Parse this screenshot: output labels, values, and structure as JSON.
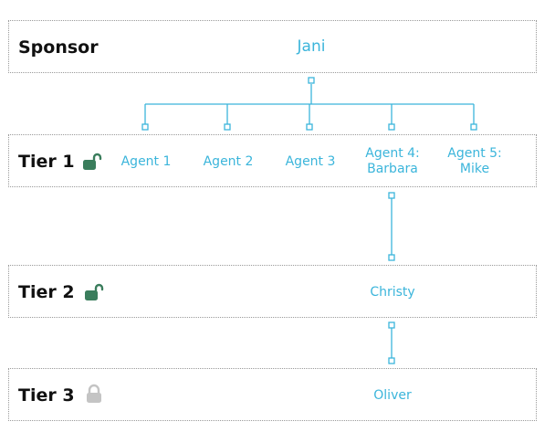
{
  "colors": {
    "accent": "#3bb5db",
    "lock_open": "#3a7d5c",
    "lock_closed": "#c4c4c4"
  },
  "sponsor": {
    "label": "Sponsor",
    "name": "Jani"
  },
  "tier1": {
    "label": "Tier 1",
    "lock_state": "unlocked",
    "agents": [
      {
        "line1": "Agent 1",
        "line2": ""
      },
      {
        "line1": "Agent 2",
        "line2": ""
      },
      {
        "line1": "Agent 3",
        "line2": ""
      },
      {
        "line1": "Agent 4:",
        "line2": "Barbara"
      },
      {
        "line1": "Agent 5:",
        "line2": "Mike"
      }
    ]
  },
  "tier2": {
    "label": "Tier 2",
    "lock_state": "unlocked",
    "name": "Christy"
  },
  "tier3": {
    "label": "Tier 3",
    "lock_state": "locked",
    "name": "Oliver"
  }
}
